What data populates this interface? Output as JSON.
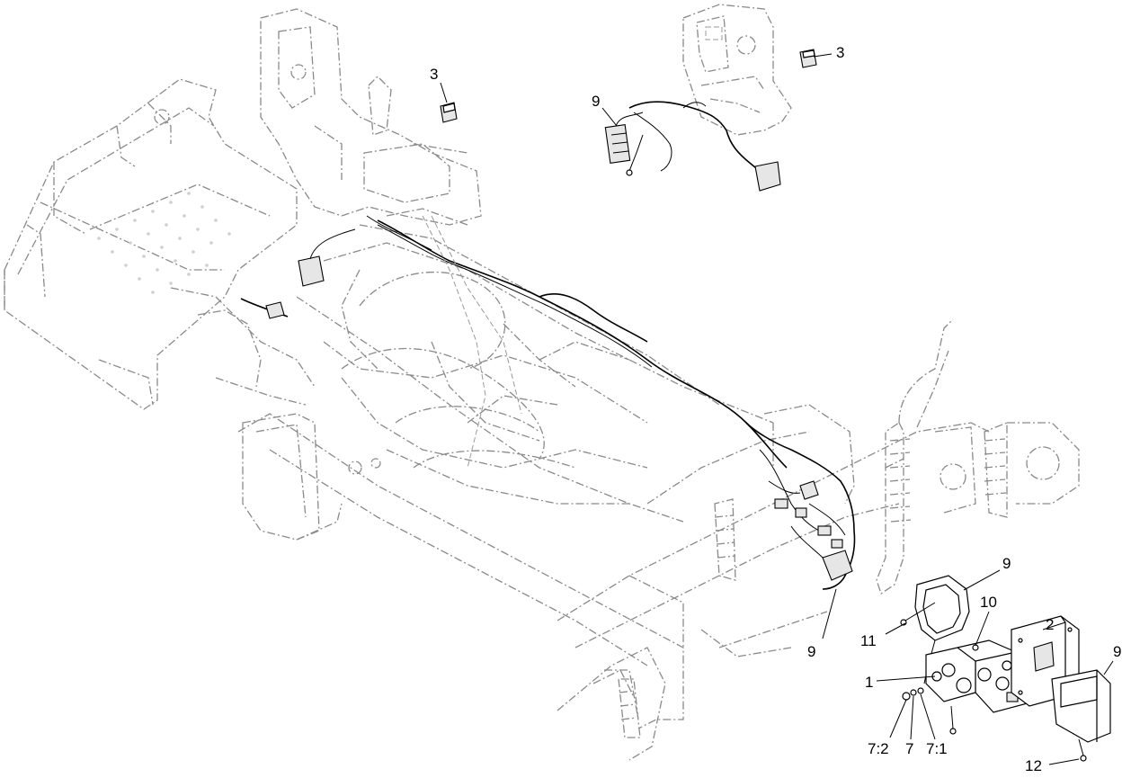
{
  "callouts": {
    "c1": "1",
    "c2": "2",
    "c3a": "3",
    "c3b": "3",
    "c7": "7",
    "c7_1": "7:1",
    "c7_2": "7:2",
    "c9a": "9",
    "c9b": "9",
    "c9c": "9",
    "c9d": "9",
    "c10": "10",
    "c11": "11",
    "c12": "12"
  },
  "colors": {
    "ghost_lines": "#8a8a8a",
    "highlighted_parts": "#000000",
    "background": "#ffffff"
  }
}
